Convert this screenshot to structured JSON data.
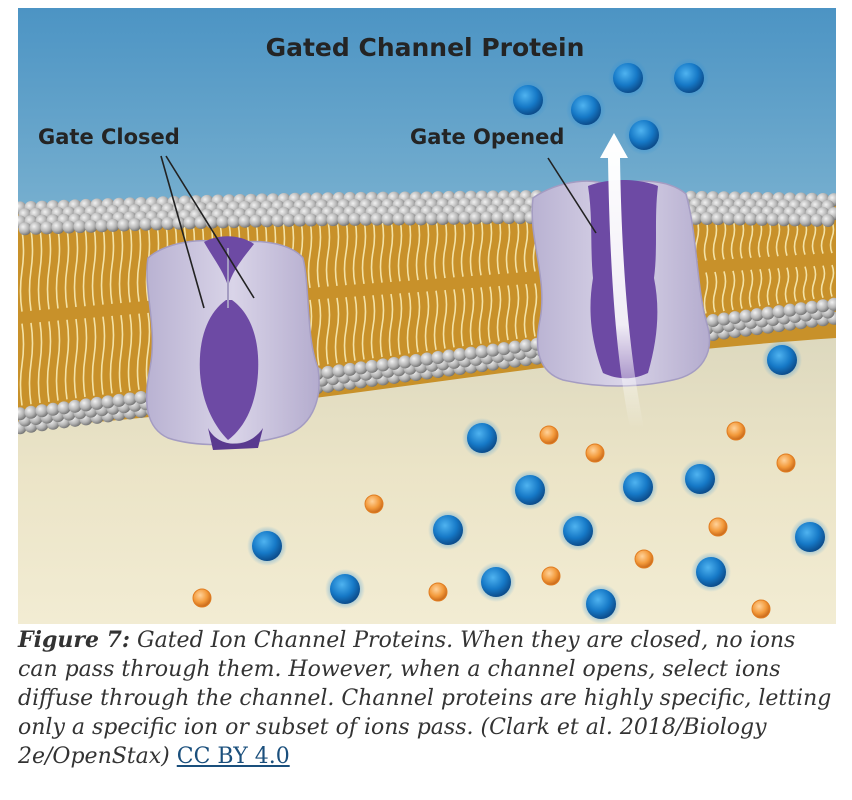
{
  "figure": {
    "title": "Gated Channel Protein",
    "label_closed": "Gate Closed",
    "label_opened": "Gate Opened",
    "colors": {
      "sky_top": "#4c94c4",
      "sky_bottom": "#cfe3e7",
      "membrane_tail": "#c8912a",
      "head": "#b8b8b8",
      "protein": "#c9c3dc",
      "channel_core": "#6d4aa4",
      "cytoplasm": "#e9e0bf",
      "blue_ion": "#1679c7",
      "orange_ion": "#f39a3b",
      "arrow": "#ffffff"
    }
  },
  "caption": {
    "label": "Figure 7:",
    "text": " Gated Ion Channel Proteins. When they are closed, no ions can pass through them. However, when a channel opens, select ions diffuse through the channel. Channel proteins are highly specific, letting only a specific ion or subset of ions pass. (Clark et al. 2018/Biology 2e/OpenStax) ",
    "link": "CC BY 4.0"
  }
}
